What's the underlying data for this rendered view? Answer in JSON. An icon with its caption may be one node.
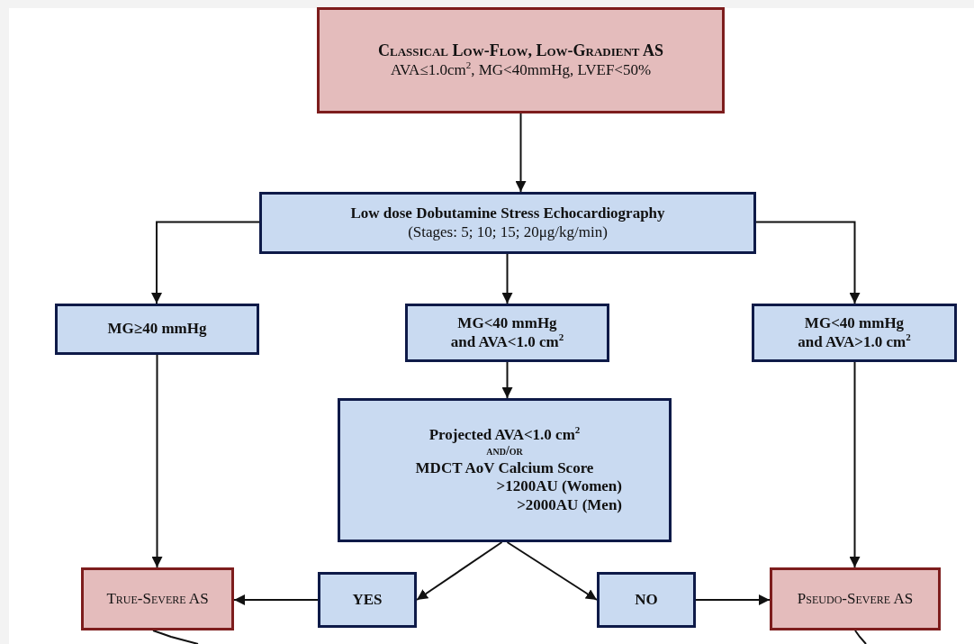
{
  "diagram": {
    "nodes": [
      {
        "text": [
          "Classical Low-Flow, Low-Gradient AS",
          "AVA≤1.0cm$^{2}$, MG<40mmHg, LVEF<50%"
        ]
      },
      {
        "text": [
          "Low dose Dobutamine Stress Echocardiography",
          "(Stages: 5; 10; 15; 20μg/kg/min)"
        ]
      },
      {
        "text": [
          "MG≥40 mmHg"
        ]
      },
      {
        "text": [
          "MG<40 mmHg",
          "and AVA<1.0 cm$^{2}$"
        ]
      },
      {
        "text": [
          "MG<40 mmHg",
          "and AVA>1.0 cm$^{2}$"
        ]
      },
      {
        "text": [
          "Projected AVA<1.0 cm$^{2}$",
          "and/or",
          "MDCT AoV Calcium Score",
          ">1200AU (Women)",
          ">2000AU (Men)"
        ]
      },
      {
        "text": [
          "True-Severe AS"
        ]
      },
      {
        "text": [
          "YES"
        ]
      },
      {
        "text": [
          "NO"
        ]
      },
      {
        "text": [
          "Pseudo-Severe AS"
        ]
      }
    ],
    "edges": [
      {
        "from": 0,
        "to": 1,
        "arrow": "to"
      },
      {
        "from": 1,
        "to": 2,
        "arrow": "to"
      },
      {
        "from": 1,
        "to": 3,
        "arrow": "to"
      },
      {
        "from": 1,
        "to": 4,
        "arrow": "to"
      },
      {
        "from": 2,
        "to": 6,
        "arrow": "to"
      },
      {
        "from": 3,
        "to": 5,
        "arrow": "to"
      },
      {
        "from": 4,
        "to": 9,
        "arrow": "to"
      },
      {
        "from": 5,
        "to": 7,
        "arrow": "to"
      },
      {
        "from": 5,
        "to": 8,
        "arrow": "to"
      },
      {
        "from": 7,
        "to": 6,
        "arrow": "to"
      },
      {
        "from": 8,
        "to": 9,
        "arrow": "to"
      },
      {
        "from": 6,
        "to": null,
        "arrow": "none"
      },
      {
        "from": 9,
        "to": null,
        "arrow": "none"
      }
    ]
  }
}
